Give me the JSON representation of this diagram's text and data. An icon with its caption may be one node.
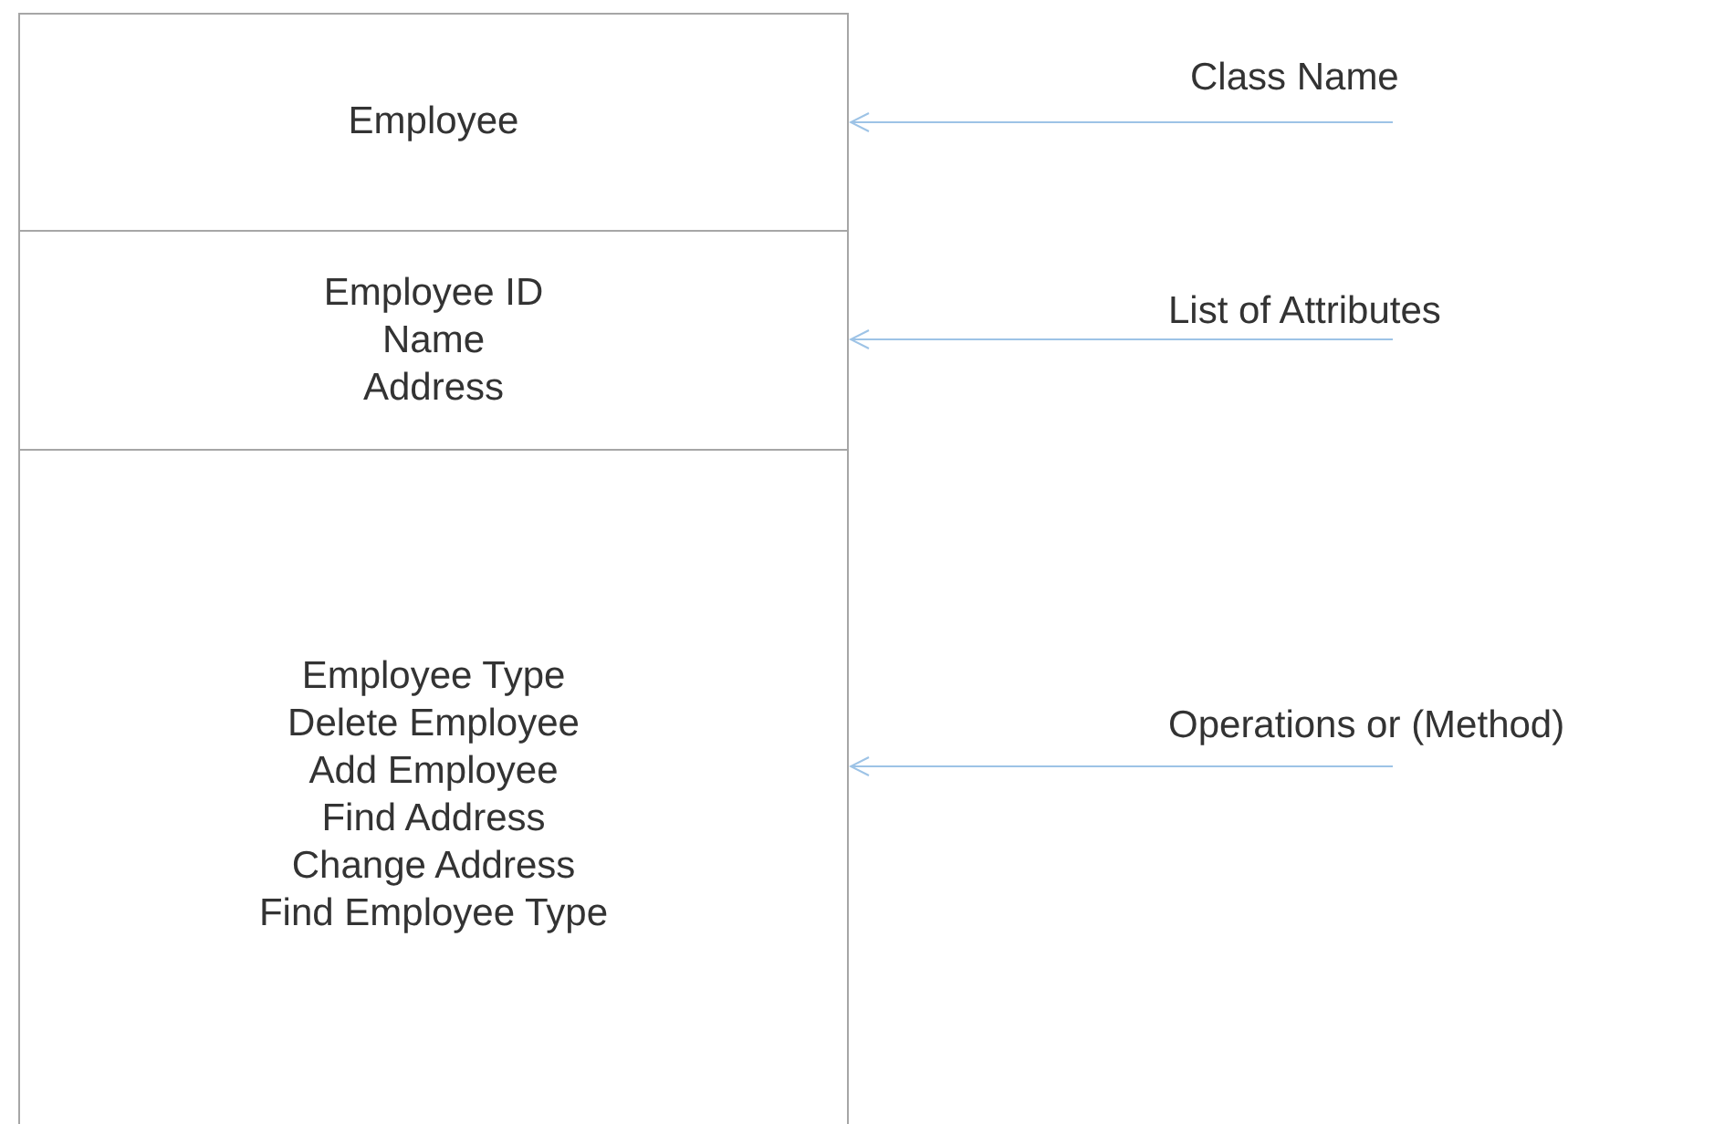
{
  "diagram": {
    "nodes": [
      {
        "text": [
          "Employee"
        ]
      },
      {
        "text": [
          "Employee ID",
          "Name",
          "Address"
        ]
      },
      {
        "text": [
          "Employee Type",
          "Delete Employee",
          "Add Employee",
          "Find Address",
          "Change Address",
          "Find Employee Type"
        ]
      },
      {
        "text": [
          "Class Name"
        ]
      },
      {
        "text": [
          "List of Attributes"
        ]
      },
      {
        "text": [
          "Operations or (Method)"
        ]
      }
    ],
    "edges": [
      {
        "from": 3,
        "to": 0,
        "arrow": "to"
      },
      {
        "from": 4,
        "to": 1,
        "arrow": "to"
      },
      {
        "from": 5,
        "to": 2,
        "arrow": "to"
      }
    ]
  }
}
